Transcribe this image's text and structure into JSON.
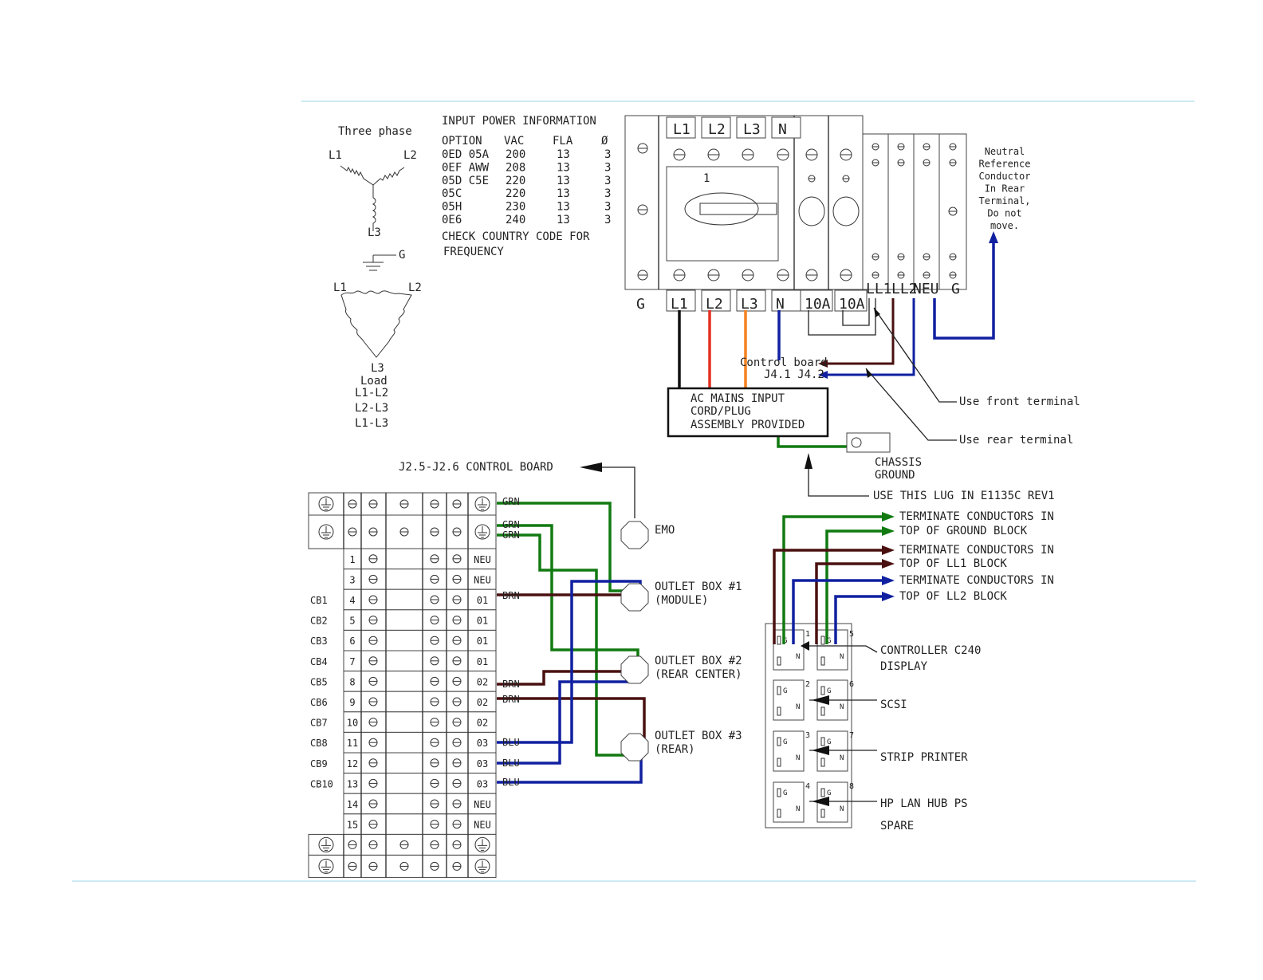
{
  "colors": {
    "black": "#111111",
    "red": "#e53020",
    "orange": "#f58220",
    "blue": "#1020a0",
    "green": "#117a11",
    "brown": "#4a1010",
    "rule": "#9ed4e8"
  },
  "three_phase": {
    "title": "Three phase",
    "l1": "L1",
    "l2": "L2",
    "l3": "L3",
    "g": "G",
    "d_l1": "L1",
    "d_l2": "L2",
    "d_l3": "L3",
    "load": "Load",
    "load_lines": [
      "L1-L2",
      "L2-L3",
      "L1-L3"
    ]
  },
  "power_info": {
    "title": "INPUT POWER INFORMATION",
    "headers": [
      "OPTION",
      "VAC",
      "FLA",
      "Ø"
    ],
    "rows": [
      [
        "0ED 05A",
        "200",
        "13",
        "3"
      ],
      [
        "0EF AWW",
        "208",
        "13",
        "3"
      ],
      [
        "05D C5E",
        "220",
        "13",
        "3"
      ],
      [
        "05C",
        "220",
        "13",
        "3"
      ],
      [
        "05H",
        "230",
        "13",
        "3"
      ],
      [
        "0E6",
        "240",
        "13",
        "3"
      ]
    ],
    "note1": "CHECK COUNTRY CODE FOR",
    "note2": "FREQUENCY"
  },
  "breaker": {
    "top_labels": [
      "L1",
      "L2",
      "L3",
      "N"
    ],
    "bottom_labels": [
      "G",
      "L1",
      "L2",
      "L3",
      "N",
      "10A",
      "10A"
    ],
    "term_labels": [
      "LL1",
      "LL2",
      "NEU",
      "G"
    ],
    "switch_num": "1",
    "neutral_note": [
      "Neutral",
      "Reference",
      "Conductor",
      "In Rear",
      "Terminal,",
      "Do not",
      "move."
    ]
  },
  "control": {
    "label1": "Control board",
    "label2": "J4.1 J4.2"
  },
  "ac_mains": [
    "AC MAINS INPUT",
    "CORD/PLUG",
    "ASSEMBLY PROVIDED"
  ],
  "annotations": {
    "front": "Use front terminal",
    "rear": "Use rear terminal",
    "chassis1": "CHASSIS",
    "chassis2": "GROUND",
    "lug": "USE THIS LUG IN E1135C REV1",
    "j25": "J2.5-J2.6 CONTROL BOARD"
  },
  "terminate": [
    "TERMINATE CONDUCTORS IN",
    "TOP OF GROUND BLOCK",
    "TERMINATE CONDUCTORS IN",
    "TOP OF LL1 BLOCK",
    "TERMINATE CONDUCTORS IN",
    "TOP OF LL2 BLOCK"
  ],
  "terminal_rows": [
    {
      "cb": "",
      "num": "1",
      "right": "NEU"
    },
    {
      "cb": "",
      "num": "3",
      "right": "NEU"
    },
    {
      "cb": "CB1",
      "num": "4",
      "right": "01"
    },
    {
      "cb": "CB2",
      "num": "5",
      "right": "01"
    },
    {
      "cb": "CB3",
      "num": "6",
      "right": "01"
    },
    {
      "cb": "CB4",
      "num": "7",
      "right": "01"
    },
    {
      "cb": "CB5",
      "num": "8",
      "right": "02"
    },
    {
      "cb": "CB6",
      "num": "9",
      "right": "02"
    },
    {
      "cb": "CB7",
      "num": "10",
      "right": "02"
    },
    {
      "cb": "CB8",
      "num": "11",
      "right": "03"
    },
    {
      "cb": "CB9",
      "num": "12",
      "right": "03"
    },
    {
      "cb": "CB10",
      "num": "13",
      "right": "03"
    },
    {
      "cb": "",
      "num": "14",
      "right": "NEU"
    },
    {
      "cb": "",
      "num": "15",
      "right": "NEU"
    }
  ],
  "wire_labels": {
    "grn1": "GRN",
    "grn2": "GRN",
    "grn3": "GRN",
    "brn1": "BRN",
    "brn2": "BRN",
    "brn3": "BRN",
    "blu1": "BLU",
    "blu2": "BLU",
    "blu3": "BLU"
  },
  "outlets": {
    "emo": "EMO",
    "b1a": "OUTLET BOX #1",
    "b1b": "(MODULE)",
    "b2a": "OUTLET BOX #2",
    "b2b": "(REAR CENTER)",
    "b3a": "OUTLET BOX #3",
    "b3b": "(REAR)"
  },
  "strip": {
    "nums": [
      "1",
      "2",
      "3",
      "4",
      "5",
      "6",
      "7",
      "8"
    ],
    "g": "G",
    "n": "N"
  },
  "devices": [
    "CONTROLLER C240",
    "DISPLAY",
    "SCSI",
    "STRIP PRINTER",
    "HP LAN HUB PS",
    "SPARE"
  ]
}
